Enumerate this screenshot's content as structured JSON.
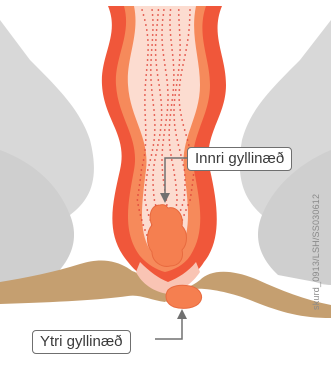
{
  "labels": {
    "internal": "Innri gyllinæð",
    "external": "Ytri gyllinæð"
  },
  "credit": "skurd_0913/LSH/SS030612",
  "colors": {
    "shadow_gray": "#d2d2d2",
    "wall_red": "#f0573a",
    "wall_orange": "#f68a5b",
    "lumen_pink": "#fbd4c8",
    "hemorrhoid": "#f57f50",
    "skin_tan": "#c59f70",
    "label_border": "#6f6f6f",
    "arrow": "#707070",
    "dots": "#e0443a"
  }
}
